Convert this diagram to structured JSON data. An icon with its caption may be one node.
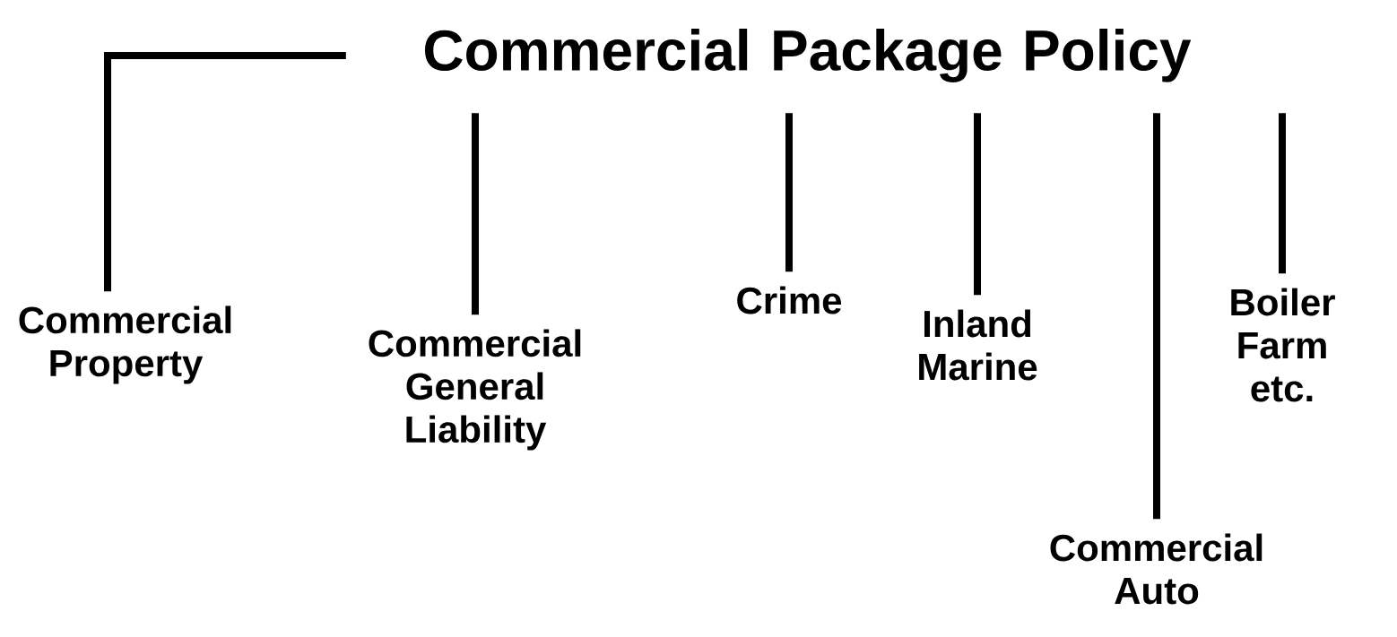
{
  "diagram": {
    "nodes": [
      {
        "text": [
          "Commercial Package Policy"
        ]
      },
      {
        "text": [
          "Commercial Property"
        ]
      },
      {
        "text": [
          "Commercial General Liability"
        ]
      },
      {
        "text": [
          "Crime"
        ]
      },
      {
        "text": [
          "Inland Marine"
        ]
      },
      {
        "text": [
          "Commercial Auto"
        ]
      },
      {
        "text": [
          "Boiler Farm etc."
        ]
      }
    ],
    "edges": [
      {
        "from": 0,
        "to": 1,
        "arrow": "none"
      },
      {
        "from": 0,
        "to": 2,
        "arrow": "none"
      },
      {
        "from": 0,
        "to": 3,
        "arrow": "none"
      },
      {
        "from": 0,
        "to": 4,
        "arrow": "none"
      },
      {
        "from": 0,
        "to": 5,
        "arrow": "none"
      },
      {
        "from": 0,
        "to": 6,
        "arrow": "none"
      }
    ]
  }
}
